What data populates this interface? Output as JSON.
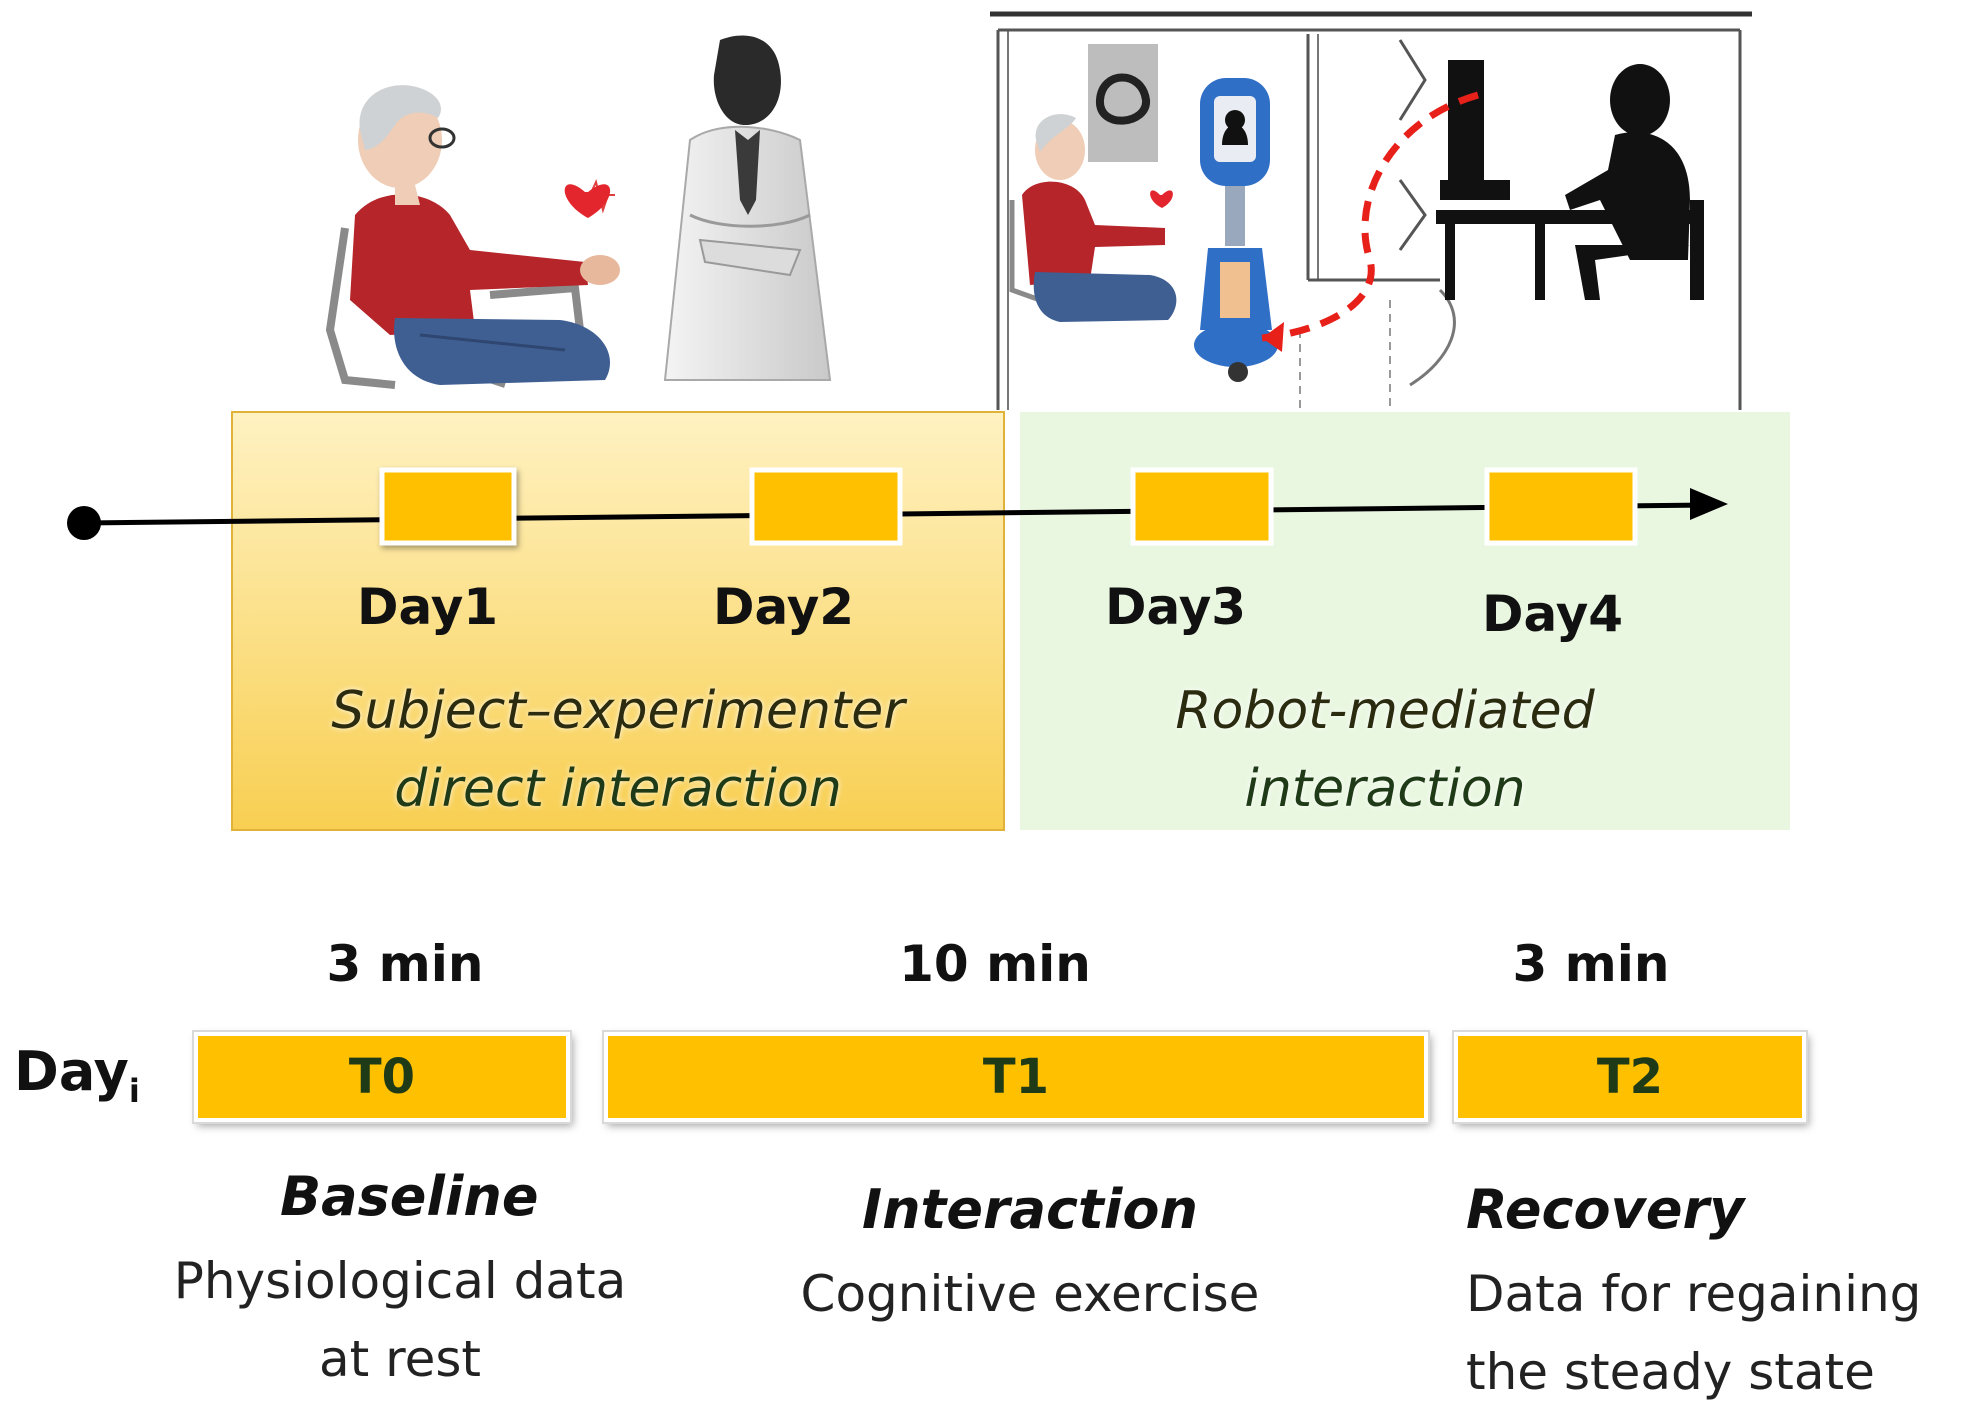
{
  "timeline": {
    "days": [
      "Day1",
      "Day2",
      "Day3",
      "Day4"
    ],
    "phases": [
      {
        "line1": "Subject–experimenter",
        "line2": "direct interaction"
      },
      {
        "line1": "Robot-mediated",
        "line2": "interaction"
      }
    ]
  },
  "session": {
    "row_label": "Day",
    "row_label_sub": "i",
    "segments": [
      {
        "code": "T0",
        "duration": "3 min",
        "title": "Baseline",
        "desc_line1": "Physiological data",
        "desc_line2": "at rest"
      },
      {
        "code": "T1",
        "duration": "10 min",
        "title": "Interaction",
        "desc_line1": "Cognitive exercise",
        "desc_line2": ""
      },
      {
        "code": "T2",
        "duration": "3 min",
        "title": "Recovery",
        "desc_line1": "Data for regaining",
        "desc_line2": "the steady state"
      }
    ]
  },
  "colors": {
    "phase1_bg": "#fbe28a",
    "phase2_bg": "#e9f7e0",
    "segment_fill": "#ffc000",
    "dashed_link": "#e8201a",
    "shirt": "#b5252a",
    "trousers": "#3f5f93",
    "robot": "#2f6fc6"
  },
  "icons": [
    "elderly-subject-icon",
    "heart-icon",
    "experimenter-icon",
    "wearable-band-icon",
    "telepresence-robot-icon",
    "remote-operator-icon",
    "floor-plan-icon"
  ]
}
